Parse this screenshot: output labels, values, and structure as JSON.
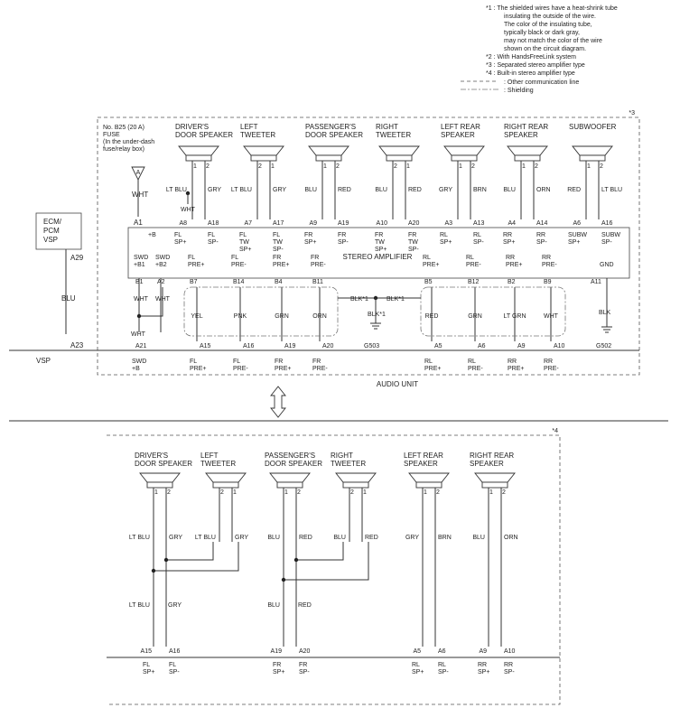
{
  "notes": [
    {
      "key": "*1",
      "lines": [
        "*1 : The shielded wires have a heat-shrink tube",
        "insulating the outside of the wire.",
        "The color of the insulating tube,",
        "typically black or dark gray,",
        "may not match the color of the wire",
        "shown on the circuit diagram."
      ]
    },
    {
      "key": "*2",
      "lines": [
        "*2 : With HandsFreeLink system"
      ]
    },
    {
      "key": "*3",
      "lines": [
        "*3 : Separated stereo amplifier type"
      ]
    },
    {
      "key": "*4",
      "lines": [
        "*4 : Built-in stereo amplifier type"
      ]
    }
  ],
  "legend": {
    "other_comm": ": Other communication line",
    "shielding": ": Shielding"
  },
  "markers": {
    "top": "*3",
    "bottom": "*4"
  },
  "fuse": {
    "lines": [
      "No. B25 (20 A)",
      "FUSE",
      "(In the under-dash",
      "fuse/relay box)"
    ],
    "symbol": "A",
    "wire": "WHT"
  },
  "ecm": {
    "lines": [
      "ECM/",
      "PCM",
      "VSP"
    ],
    "pin_top": "A29",
    "wire": "BLU",
    "pin_bottom": "A23",
    "bottom_label": "VSP"
  },
  "top_speakers": [
    {
      "lines": [
        "DRIVER'S",
        "DOOR SPEAKER"
      ],
      "pins": [
        "1",
        "2"
      ],
      "wires": [
        "LT BLU",
        "GRY"
      ],
      "amp_pins": [
        "A8",
        "A18"
      ],
      "amp_labels": [
        "FL SP+",
        "FL SP-"
      ]
    },
    {
      "lines": [
        "LEFT",
        "TWEETER"
      ],
      "pins": [
        "2",
        "1"
      ],
      "wires": [
        "LT BLU",
        "GRY"
      ],
      "amp_pins": [
        "A7",
        "A17"
      ],
      "amp_labels": [
        "FL TW SP+",
        "FL TW SP-"
      ]
    },
    {
      "lines": [
        "PASSENGER'S",
        "DOOR SPEAKER"
      ],
      "pins": [
        "1",
        "2"
      ],
      "wires": [
        "BLU",
        "RED"
      ],
      "amp_pins": [
        "A9",
        "A19"
      ],
      "amp_labels": [
        "FR SP+",
        "FR SP-"
      ]
    },
    {
      "lines": [
        "RIGHT",
        "TWEETER"
      ],
      "pins": [
        "2",
        "1"
      ],
      "wires": [
        "BLU",
        "RED"
      ],
      "amp_pins": [
        "A10",
        "A20"
      ],
      "amp_labels": [
        "FR TW SP+",
        "FR TW SP-"
      ]
    },
    {
      "lines": [
        "LEFT REAR",
        "SPEAKER"
      ],
      "pins": [
        "1",
        "2"
      ],
      "wires": [
        "GRY",
        "BRN"
      ],
      "amp_pins": [
        "A3",
        "A13"
      ],
      "amp_labels": [
        "RL SP+",
        "RL SP-"
      ]
    },
    {
      "lines": [
        "RIGHT REAR",
        "SPEAKER"
      ],
      "pins": [
        "1",
        "2"
      ],
      "wires": [
        "BLU",
        "ORN"
      ],
      "amp_pins": [
        "A4",
        "A14"
      ],
      "amp_labels": [
        "RR SP+",
        "RR SP-"
      ]
    },
    {
      "lines": [
        "SUBWOOFER"
      ],
      "pins": [
        "1",
        "2"
      ],
      "wires": [
        "RED",
        "LT BLU"
      ],
      "amp_pins": [
        "A6",
        "A16"
      ],
      "amp_labels": [
        "SUBW SP+",
        "SUBW SP-"
      ]
    }
  ],
  "amp": {
    "title": "STEREO AMPLIFIER",
    "power_pin": "A1",
    "power_label": "+B",
    "swd": [
      {
        "label": "SWD +B1",
        "pin": "B1"
      },
      {
        "label": "SWD +B2",
        "pin": "A2"
      }
    ],
    "fuse_splice_wire": "WHT",
    "pre_top": [
      {
        "label": "FL PRE+",
        "pin": "B7"
      },
      {
        "label": "FL PRE-",
        "pin": "B14"
      },
      {
        "label": "FR PRE+",
        "pin": "B4"
      },
      {
        "label": "FR PRE-",
        "pin": "B11"
      },
      {
        "label": "RL PRE+",
        "pin": "B5"
      },
      {
        "label": "RL PRE-",
        "pin": "B12"
      },
      {
        "label": "RR PRE+",
        "pin": "B2"
      },
      {
        "label": "RR PRE-",
        "pin": "B9"
      }
    ],
    "gnd_label": "GND",
    "gnd_pin": "A11",
    "gnd_wire": "BLK",
    "gnd_ground": "G502"
  },
  "swd_wires": [
    "WHT",
    "WHT",
    "WHT"
  ],
  "pre_wires": [
    "YEL",
    "PNK",
    "GRN",
    "ORN",
    "RED",
    "GRN",
    "LT GRN",
    "WHT"
  ],
  "shield_blk": {
    "labels": [
      "BLK*1",
      "BLK*1",
      "BLK*1"
    ],
    "ground": "G503"
  },
  "audio_unit": {
    "title": "AUDIO UNIT",
    "pins": [
      {
        "pin": "A21",
        "label": "SWD +B"
      },
      {
        "pin": "A15",
        "label": "FL PRE+"
      },
      {
        "pin": "A16",
        "label": "FL PRE-"
      },
      {
        "pin": "A19",
        "label": "FR PRE+"
      },
      {
        "pin": "A20",
        "label": "FR PRE-"
      },
      {
        "pin": "A5",
        "label": "RL PRE+"
      },
      {
        "pin": "A6",
        "label": "RL PRE-"
      },
      {
        "pin": "A9",
        "label": "RR PRE+"
      },
      {
        "pin": "A10",
        "label": "RR PRE-"
      }
    ]
  },
  "bottom_speakers": [
    {
      "lines": [
        "DRIVER'S",
        "DOOR SPEAKER"
      ],
      "pins": [
        "1",
        "2"
      ],
      "wires": [
        "LT BLU",
        "GRY"
      ]
    },
    {
      "lines": [
        "LEFT",
        "TWEETER"
      ],
      "pins": [
        "2",
        "1"
      ],
      "wires": [
        "LT BLU",
        "GRY"
      ]
    },
    {
      "lines": [
        "PASSENGER'S",
        "DOOR SPEAKER"
      ],
      "pins": [
        "1",
        "2"
      ],
      "wires": [
        "BLU",
        "RED"
      ]
    },
    {
      "lines": [
        "RIGHT",
        "TWEETER"
      ],
      "pins": [
        "2",
        "1"
      ],
      "wires": [
        "BLU",
        "RED"
      ]
    },
    {
      "lines": [
        "LEFT REAR",
        "SPEAKER"
      ],
      "pins": [
        "1",
        "2"
      ],
      "wires": [
        "GRY",
        "BRN"
      ]
    },
    {
      "lines": [
        "RIGHT REAR",
        "SPEAKER"
      ],
      "pins": [
        "1",
        "2"
      ],
      "wires": [
        "BLU",
        "ORN"
      ]
    }
  ],
  "bottom_joined_wires": [
    "LT BLU",
    "GRY",
    "BLU",
    "RED"
  ],
  "bottom_pins": [
    {
      "pin": "A15",
      "label": "FL SP+"
    },
    {
      "pin": "A16",
      "label": "FL SP-"
    },
    {
      "pin": "A19",
      "label": "FR SP+"
    },
    {
      "pin": "A20",
      "label": "FR SP-"
    },
    {
      "pin": "A5",
      "label": "RL SP+"
    },
    {
      "pin": "A6",
      "label": "RL SP-"
    },
    {
      "pin": "A9",
      "label": "RR SP+"
    },
    {
      "pin": "A10",
      "label": "RR SP-"
    }
  ]
}
